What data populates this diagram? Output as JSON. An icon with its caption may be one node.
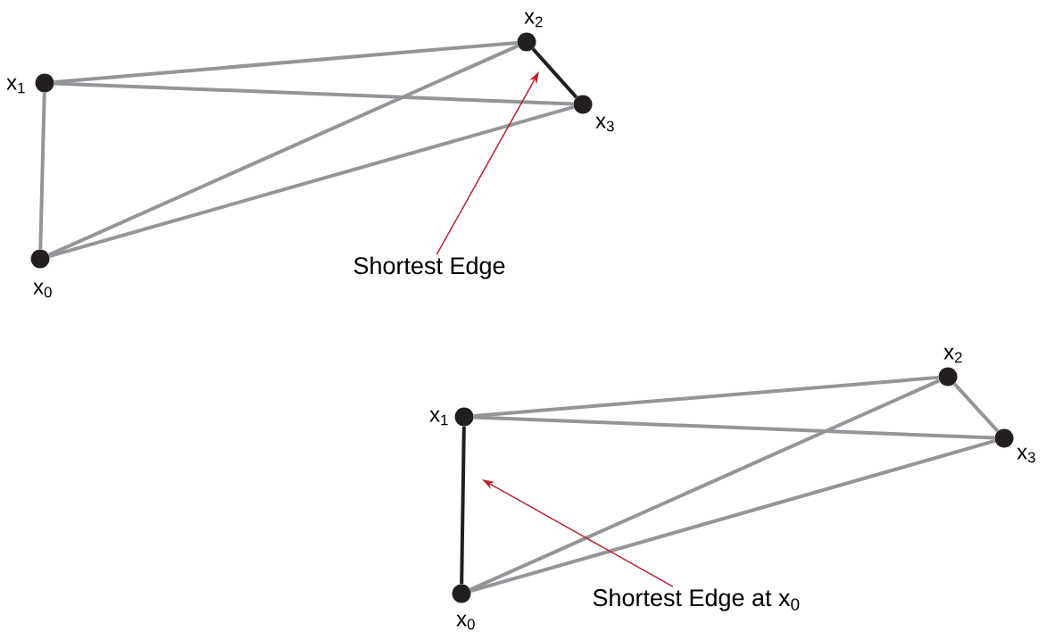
{
  "diagram": {
    "nodes": [
      {
        "text": [],
        "shape": "circle",
        "beside": [
          "x$_{1}$"
        ]
      },
      {
        "text": [],
        "shape": "circle",
        "beside": [
          "x$_{2}$"
        ]
      },
      {
        "text": [],
        "shape": "circle",
        "beside": [
          "x$_{3}$"
        ]
      },
      {
        "text": [],
        "shape": "circle",
        "beside": [
          "x$_{0}$"
        ]
      },
      {
        "text": [
          "Shortest Edge"
        ]
      },
      {
        "text": [],
        "shape": "circle",
        "beside": [
          "x$_{1}$"
        ]
      },
      {
        "text": [],
        "shape": "circle",
        "beside": [
          "x$_{2}$"
        ]
      },
      {
        "text": [],
        "shape": "circle",
        "beside": [
          "x$_{3}$"
        ]
      },
      {
        "text": [],
        "shape": "circle",
        "beside": [
          "x$_{0}$"
        ]
      },
      {
        "text": [
          "Shortest Edge at  x$_{0}$"
        ]
      }
    ],
    "edges": [
      {
        "from": 0,
        "to": 1,
        "arrow": "none"
      },
      {
        "from": 0,
        "to": 2,
        "arrow": "none"
      },
      {
        "from": 0,
        "to": 3,
        "arrow": "none"
      },
      {
        "from": 3,
        "to": 1,
        "arrow": "none"
      },
      {
        "from": 3,
        "to": 2,
        "arrow": "none"
      },
      {
        "from": 1,
        "to": 2,
        "arrow": "none",
        "color": "#231f20"
      },
      {
        "from": 4,
        "to": null,
        "arrow": "to",
        "color": "#be1e2d"
      },
      {
        "from": 5,
        "to": 6,
        "arrow": "none"
      },
      {
        "from": 5,
        "to": 7,
        "arrow": "none"
      },
      {
        "from": 5,
        "to": 8,
        "arrow": "none",
        "color": "#231f20"
      },
      {
        "from": 8,
        "to": 6,
        "arrow": "none"
      },
      {
        "from": 8,
        "to": 7,
        "arrow": "none"
      },
      {
        "from": 6,
        "to": 7,
        "arrow": "none"
      },
      {
        "from": 9,
        "to": null,
        "arrow": "to",
        "color": "#be1e2d"
      }
    ]
  }
}
